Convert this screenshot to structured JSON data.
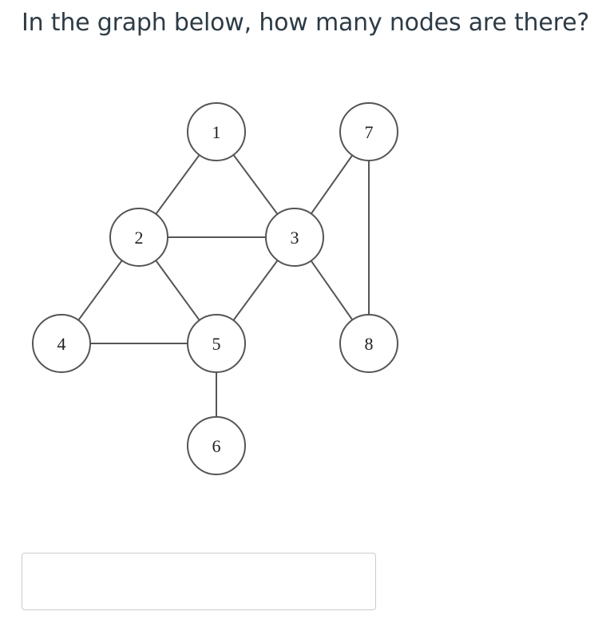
{
  "question": {
    "text": "In the graph below, how many nodes are there?"
  },
  "graph": {
    "nodes": [
      {
        "id": "1",
        "label": "1"
      },
      {
        "id": "2",
        "label": "2"
      },
      {
        "id": "3",
        "label": "3"
      },
      {
        "id": "4",
        "label": "4"
      },
      {
        "id": "5",
        "label": "5"
      },
      {
        "id": "6",
        "label": "6"
      },
      {
        "id": "7",
        "label": "7"
      },
      {
        "id": "8",
        "label": "8"
      }
    ],
    "edges": [
      [
        "1",
        "2"
      ],
      [
        "1",
        "3"
      ],
      [
        "2",
        "3"
      ],
      [
        "2",
        "4"
      ],
      [
        "2",
        "5"
      ],
      [
        "3",
        "5"
      ],
      [
        "3",
        "7"
      ],
      [
        "3",
        "8"
      ],
      [
        "7",
        "8"
      ],
      [
        "4",
        "5"
      ],
      [
        "5",
        "6"
      ]
    ]
  },
  "answer": {
    "value": "",
    "placeholder": ""
  }
}
